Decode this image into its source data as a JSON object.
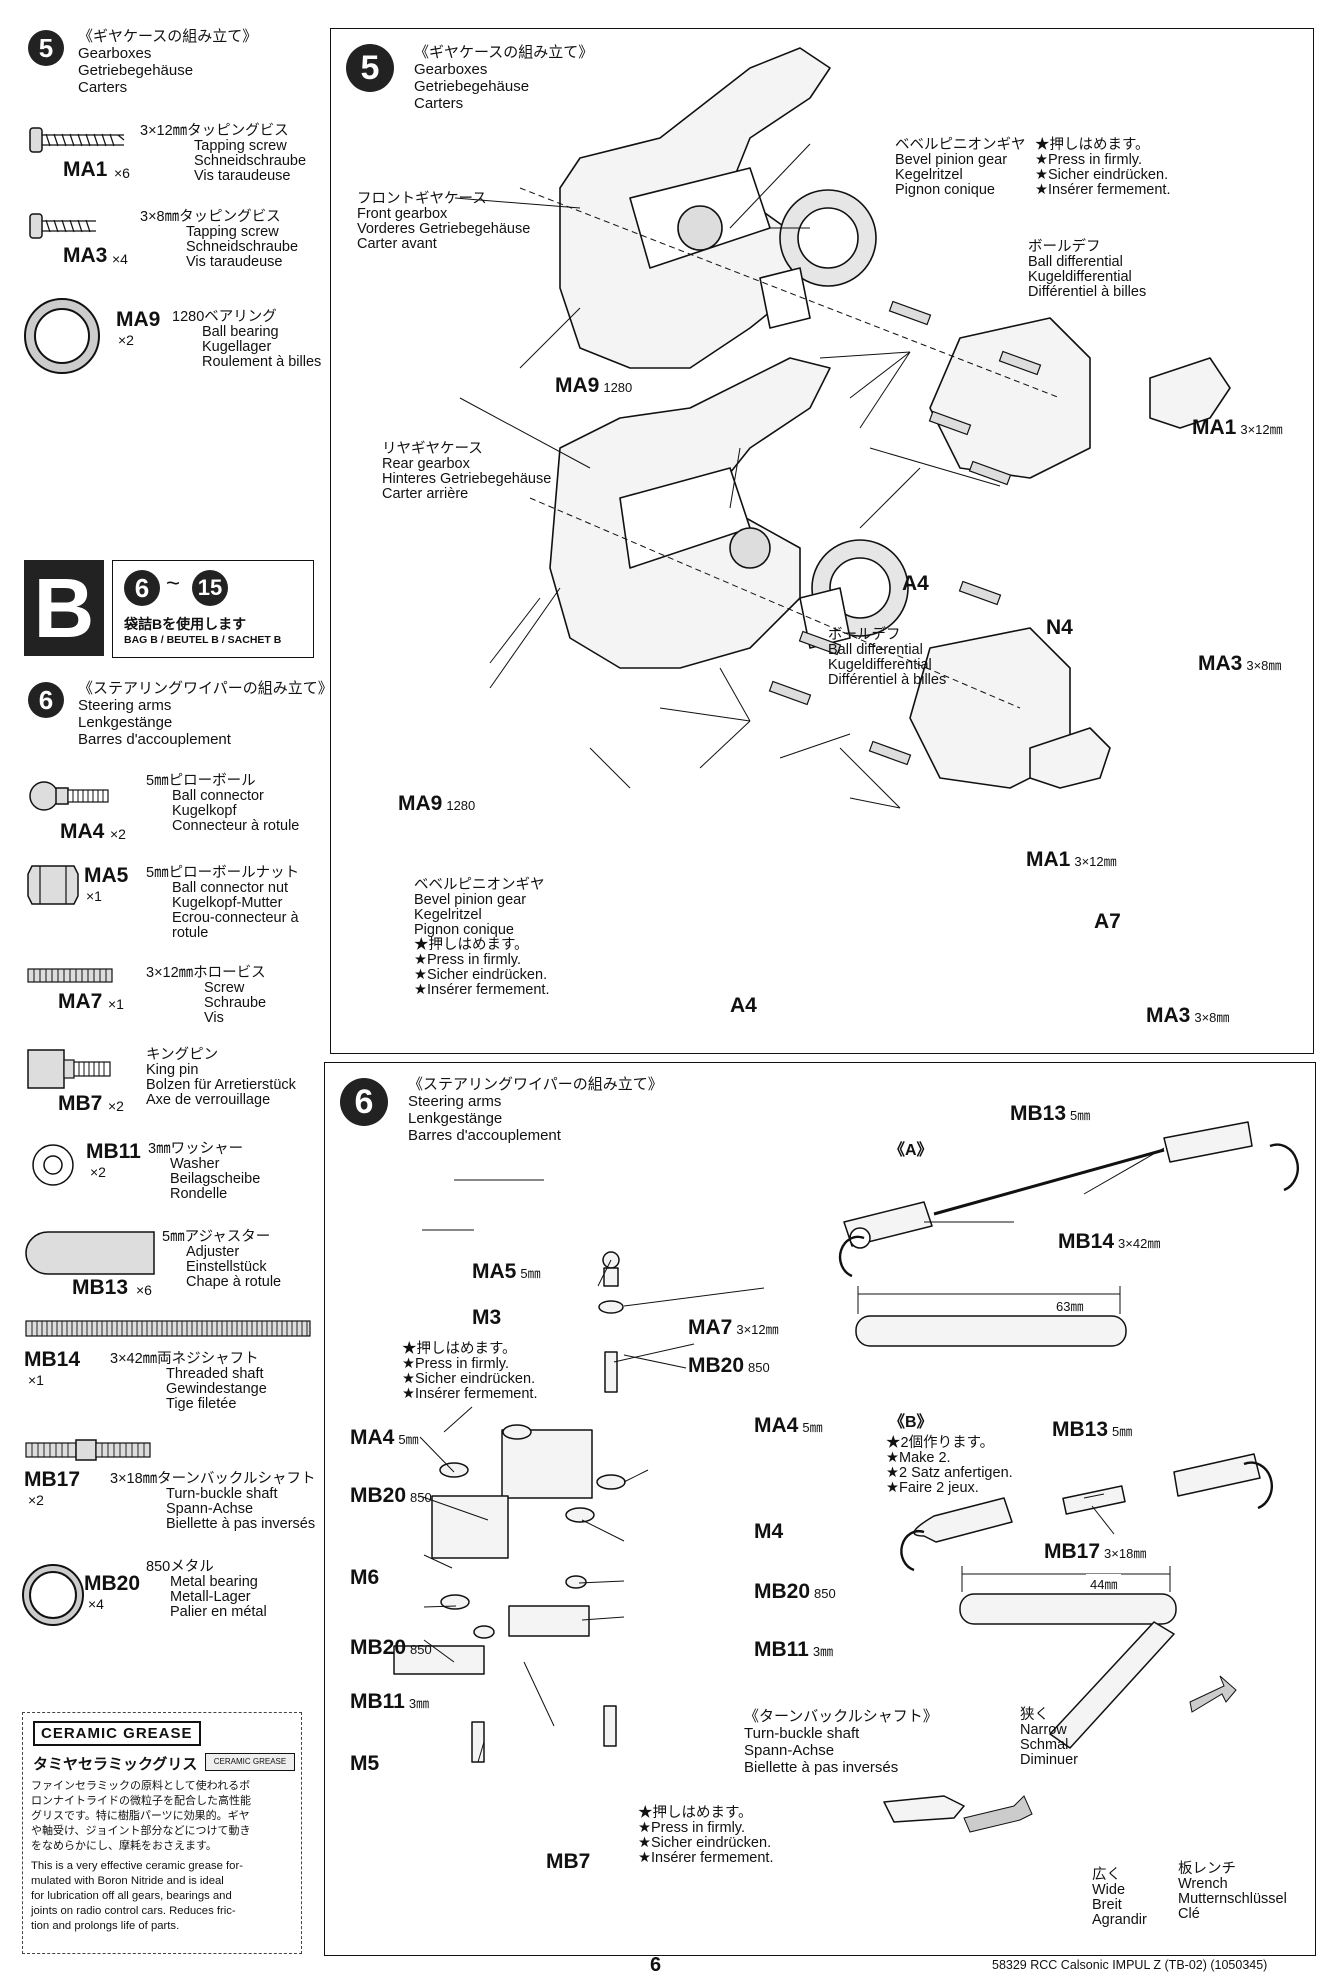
{
  "left_column": {
    "step5": {
      "number": "5",
      "title_jp": "《ギヤケースの組み立て》",
      "title_en": "Gearboxes",
      "title_de": "Getriebegehäuse",
      "title_fr": "Carters",
      "parts": [
        {
          "code": "MA1",
          "qty": "×6",
          "jp": "3×12㎜タッピングビス",
          "en": "Tapping screw",
          "de": "Schneidschraube",
          "fr": "Vis taraudeuse"
        },
        {
          "code": "MA3",
          "qty": "×4",
          "jp": "3×8㎜タッピングビス",
          "en": "Tapping screw",
          "de": "Schneidschraube",
          "fr": "Vis taraudeuse"
        },
        {
          "code": "MA9",
          "qty": "×2",
          "jp": "1280ベアリング",
          "en": "Ball bearing",
          "de": "Kugellager",
          "fr": "Roulement à billes"
        }
      ]
    },
    "bag": {
      "letter": "B",
      "range_start": "6",
      "range_sep": "~",
      "range_end": "15",
      "jp": "袋詰Bを使用します",
      "multi": "BAG B / BEUTEL B / SACHET B"
    },
    "step6": {
      "number": "6",
      "title_jp": "《ステアリングワイパーの組み立て》",
      "title_en": "Steering arms",
      "title_de": "Lenkgestänge",
      "title_fr": "Barres d'accouplement",
      "parts": [
        {
          "code": "MA4",
          "qty": "×2",
          "jp": "5㎜ピローボール",
          "en": "Ball connector",
          "de": "Kugelkopf",
          "fr": "Connecteur à rotule"
        },
        {
          "code": "MA5",
          "qty": "×1",
          "jp": "5㎜ピローボールナット",
          "en": "Ball connector nut",
          "de": "Kugelkopf-Mutter",
          "fr": "Ecrou-connecteur à",
          "fr2": "rotule"
        },
        {
          "code": "MA7",
          "qty": "×1",
          "jp": "3×12㎜ホロービス",
          "en": "Screw",
          "de": "Schraube",
          "fr": "Vis"
        },
        {
          "code": "MB7",
          "qty": "×2",
          "jp": "キングピン",
          "en": "King pin",
          "de": "Bolzen für Arretierstück",
          "fr": "Axe de verrouillage"
        },
        {
          "code": "MB11",
          "qty": "×2",
          "jp": "3㎜ワッシャー",
          "en": "Washer",
          "de": "Beilagscheibe",
          "fr": "Rondelle"
        },
        {
          "code": "MB13",
          "qty": "×6",
          "jp": "5㎜アジャスター",
          "en": "Adjuster",
          "de": "Einstellstück",
          "fr": "Chape à rotule"
        },
        {
          "code": "MB14",
          "qty": "×1",
          "jp": "3×42㎜両ネジシャフト",
          "en": "Threaded shaft",
          "de": "Gewindestange",
          "fr": "Tige filetée"
        },
        {
          "code": "MB17",
          "qty": "×2",
          "jp": "3×18㎜ターンバックルシャフト",
          "en": "Turn-buckle shaft",
          "de": "Spann-Achse",
          "fr": "Biellette à pas inversés"
        },
        {
          "code": "MB20",
          "qty": "×4",
          "jp": "850メタル",
          "en": "Metal bearing",
          "de": "Metall-Lager",
          "fr": "Palier en métal"
        }
      ]
    },
    "grease": {
      "logo": "CERAMIC GREASE",
      "name_jp": "タミヤセラミックグリス",
      "tube_label": "CERAMIC GREASE",
      "jp_lines": [
        "ファインセラミックの原料として使われるボ",
        "ロンナイトライドの微粒子を配合した高性能",
        "グリスです。特に樹脂パーツに効果的。ギヤ",
        "や軸受け、ジョイント部分などにつけて動き",
        "をなめらかにし、摩耗をおさえます。"
      ],
      "en_lines": [
        "This is a very effective ceramic grease for-",
        "mulated with Boron Nitride and is ideal",
        "for lubrication off all gears, bearings and",
        "joints on radio control cars. Reduces fric-",
        "tion and prolongs life of parts."
      ]
    }
  },
  "step5_panel": {
    "number": "5",
    "title_jp": "《ギヤケースの組み立て》",
    "title_en": "Gearboxes",
    "title_de": "Getriebegehäuse",
    "title_fr": "Carters",
    "front_gearbox": {
      "jp": "フロントギヤケース",
      "en": "Front gearbox",
      "de": "Vorderes Getriebegehäuse",
      "fr": "Carter avant"
    },
    "rear_gearbox": {
      "jp": "リヤギヤケース",
      "en": "Rear gearbox",
      "de": "Hinteres Getriebegehäuse",
      "fr": "Carter arrière"
    },
    "bevel_top": {
      "jp": "ベベルピニオンギヤ",
      "en": "Bevel pinion gear",
      "de": "Kegelritzel",
      "fr": "Pignon conique"
    },
    "press_top": [
      "★押しはめます。",
      "★Press in firmly.",
      "★Sicher eindrücken.",
      "★Insérer fermement."
    ],
    "ball_diff_top": {
      "jp": "ボールデフ",
      "en": "Ball differential",
      "de": "Kugeldifferential",
      "fr": "Différentiel à billes"
    },
    "ball_diff_bottom": {
      "jp": "ボールデフ",
      "en": "Ball differential",
      "de": "Kugeldifferential",
      "fr": "Différentiel à billes"
    },
    "bevel_bottom": {
      "jp": "ベベルピニオンギヤ",
      "en": "Bevel pinion gear",
      "de": "Kegelritzel",
      "fr": "Pignon conique"
    },
    "press_bottom": [
      "★押しはめます。",
      "★Press in firmly.",
      "★Sicher eindrücken.",
      "★Insérer fermement."
    ],
    "labels": {
      "ma9_top": "MA9",
      "ma9_top_size": "1280",
      "ma1_top": "MA1",
      "ma1_top_size": "3×12㎜",
      "a4_top": "A4",
      "n4": "N4",
      "ma3_top": "MA3",
      "ma3_top_size": "3×8㎜",
      "ma9_bottom": "MA9",
      "ma9_bottom_size": "1280",
      "ma1_bottom": "MA1",
      "ma1_bottom_size": "3×12㎜",
      "a7": "A7",
      "a4_bottom": "A4",
      "ma3_bottom": "MA3",
      "ma3_bottom_size": "3×8㎜"
    }
  },
  "step6_panel": {
    "number": "6",
    "title_jp": "《ステアリングワイパーの組み立て》",
    "title_en": "Steering arms",
    "title_de": "Lenkgestänge",
    "title_fr": "Barres d'accouplement",
    "section_a": "《A》",
    "mb13_a": "MB13",
    "mb13_a_size": "5㎜",
    "mb14": "MB14",
    "mb14_size": "3×42㎜",
    "dim_a": "63㎜",
    "section_b": "《B》",
    "make2": [
      "★2個作ります。",
      "★Make 2.",
      "★2 Satz anfertigen.",
      "★Faire 2 jeux."
    ],
    "mb13_b": "MB13",
    "mb13_b_size": "5㎜",
    "mb17": "MB17",
    "mb17_size": "3×18㎜",
    "dim_b": "44㎜",
    "press_mid": [
      "★押しはめます。",
      "★Press in firmly.",
      "★Sicher eindrücken.",
      "★Insérer fermement."
    ],
    "press_low": [
      "★押しはめます。",
      "★Press in firmly.",
      "★Sicher eindrücken.",
      "★Insérer fermement."
    ],
    "turnbuckle": {
      "jp": "《ターンバックルシャフト》",
      "en": "Turn-buckle shaft",
      "de": "Spann-Achse",
      "fr": "Biellette à pas inversés"
    },
    "narrow": {
      "jp": "狭く",
      "en": "Narrow",
      "de": "Schmal",
      "fr": "Diminuer"
    },
    "wide": {
      "jp": "広く",
      "en": "Wide",
      "de": "Breit",
      "fr": "Agrandir"
    },
    "wrench": {
      "jp": "板レンチ",
      "en": "Wrench",
      "de": "Mutternschlüssel",
      "fr": "Clé"
    },
    "labels": {
      "ma5": "MA5",
      "ma5_size": "5㎜",
      "m3": "M3",
      "ma7": "MA7",
      "ma7_size": "3×12㎜",
      "mb20_a": "MB20",
      "mb20_a_size": "850",
      "ma4_r": "MA4",
      "ma4_r_size": "5㎜",
      "ma4_l": "MA4",
      "ma4_l_size": "5㎜",
      "mb20_l": "MB20",
      "mb20_l_size": "850",
      "m4": "M4",
      "m6": "M6",
      "mb20_r": "MB20",
      "mb20_r_size": "850",
      "mb20_l2": "MB20",
      "mb20_l2_size": "850",
      "mb11_r": "MB11",
      "mb11_r_size": "3㎜",
      "mb11_l": "MB11",
      "mb11_l_size": "3㎜",
      "m5": "M5",
      "mb7": "MB7"
    }
  },
  "footer": {
    "page": "6",
    "doc": "58329  RCC Calsonic IMPUL Z (TB-02) (1050345)"
  }
}
